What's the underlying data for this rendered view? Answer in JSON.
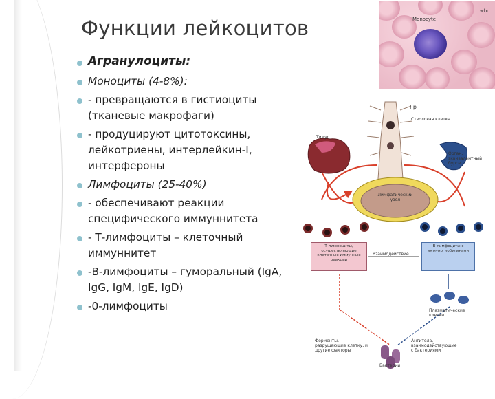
{
  "slide": {
    "title": "Функции лейкоцитов",
    "bullets": [
      "Агранулоциты:",
      "Моноциты (4-8%):",
      "- превращаются в гистиоциты (тканевые макрофаги)",
      "- продуцируют цитотоксины, лейкотриены, интерлейкин-I, интерфероны",
      "Лимфоциты (25-40%)",
      "- обеспечивают реакции специфического иммуннитета",
      "- Т-лимфоциты – клеточный иммуннитет",
      "-В-лимфоциты – гуморальный (IgA, IgG, IgM, IgE, IgD)",
      "-0-лимфоциты"
    ]
  },
  "micrograph": {
    "label_monocyte": "Monocyte",
    "label_corner": "wbc"
  },
  "diagram": {
    "label_gr": "Гр",
    "label_stem": "Стволовая клетка",
    "label_thymus": "Тимус",
    "label_bursa": "Орган, эквивалентный бурсе",
    "label_lymph": "Лимфатический узел",
    "label_t_box": "Т-лимфоциты, осуществляющие клеточные иммунные реакции",
    "label_interaction": "Взаимодействие",
    "label_b_box": "В-лимфоциты с иммуноглобулинами",
    "label_plasma": "Плазматические клетки",
    "label_ferments": "Ферменты, разрушающие клетку, и другие факторы",
    "label_antibodies": "Антитела, взаимодействующие с бактериями",
    "label_bacteria": "Бактерии"
  },
  "colors": {
    "bullet": "#8ec1cd",
    "t_box": "#f3c7d0",
    "b_box": "#bad0ef",
    "arrow_red": "#d9402b",
    "node_yellow": "#f0d95c"
  }
}
